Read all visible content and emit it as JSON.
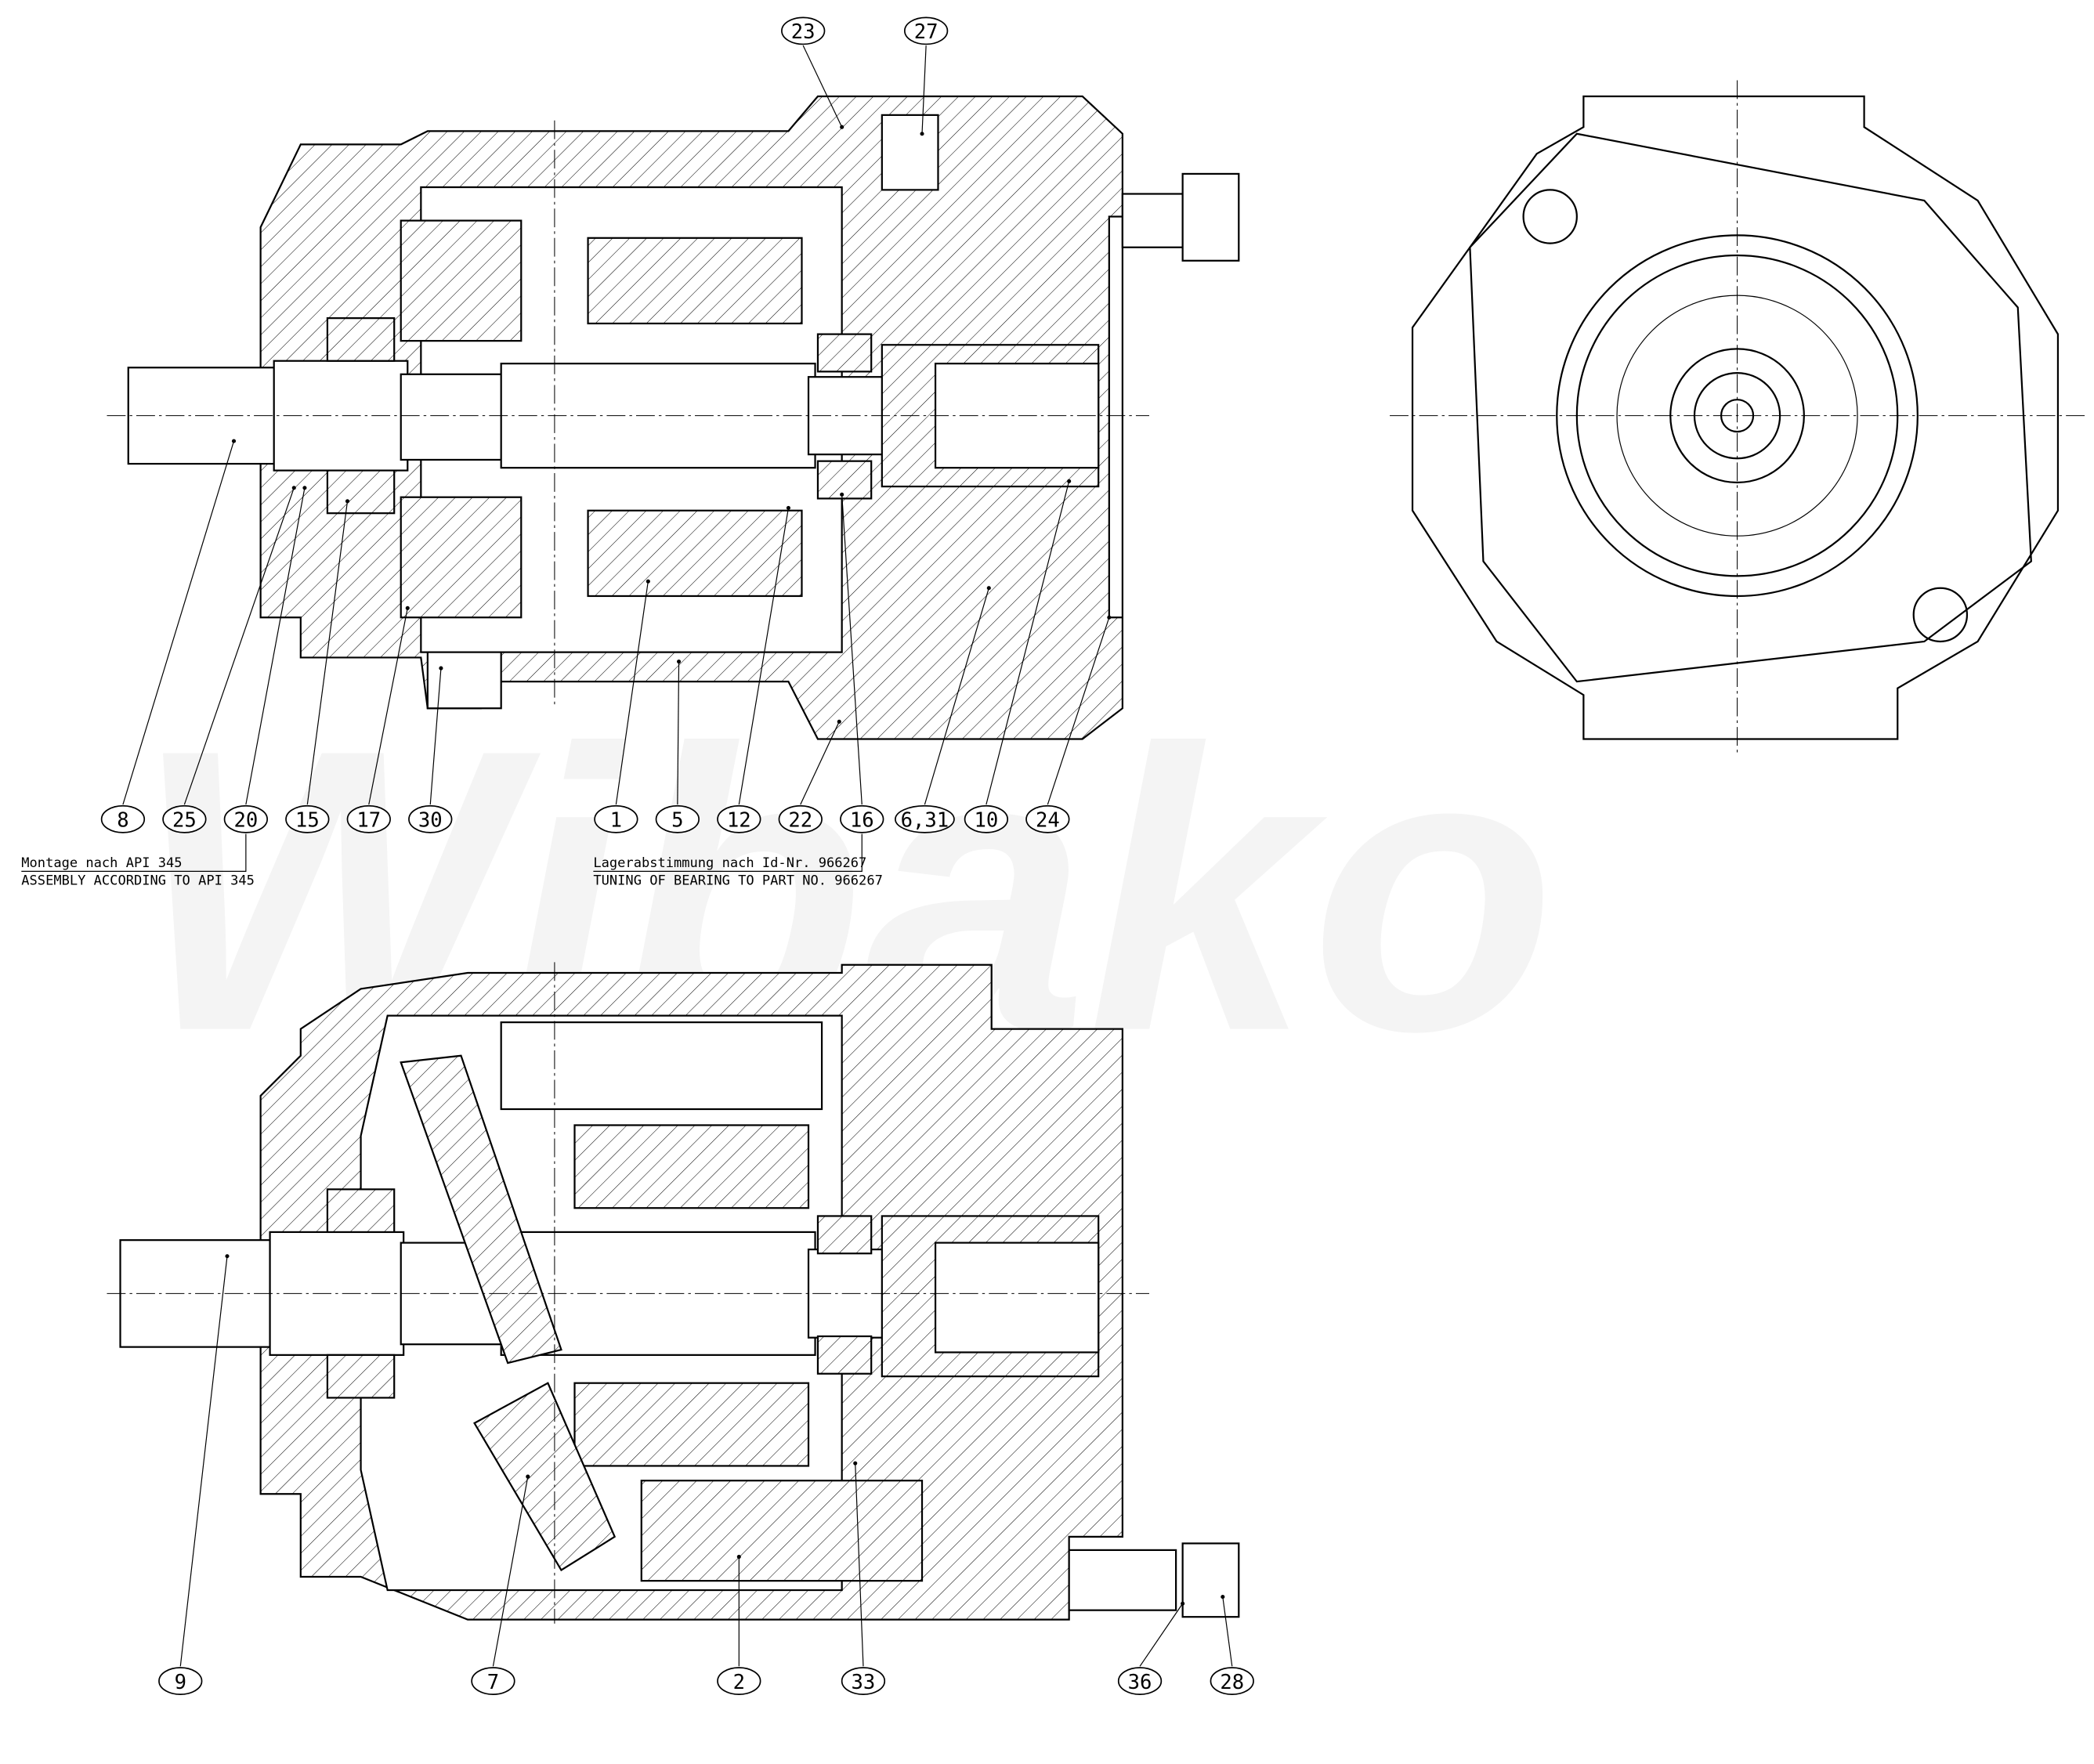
{
  "watermark": "Wibako",
  "notes": {
    "assembly_de": "Montage nach API 345",
    "assembly_en": "ASSEMBLY ACCORDING TO API 345",
    "bearing_de": "Lagerabstimmung nach Id-Nr. 966267",
    "bearing_en": "TUNING OF BEARING TO PART NO. 966267"
  },
  "balloons": {
    "top_upper": [
      "23",
      "27"
    ],
    "top_lower": [
      "8",
      "25",
      "20",
      "15",
      "17",
      "30",
      "1",
      "5",
      "12",
      "22",
      "16",
      "6,31",
      "10",
      "24"
    ],
    "bottom": [
      "9",
      "7",
      "2",
      "33",
      "36",
      "28"
    ]
  }
}
